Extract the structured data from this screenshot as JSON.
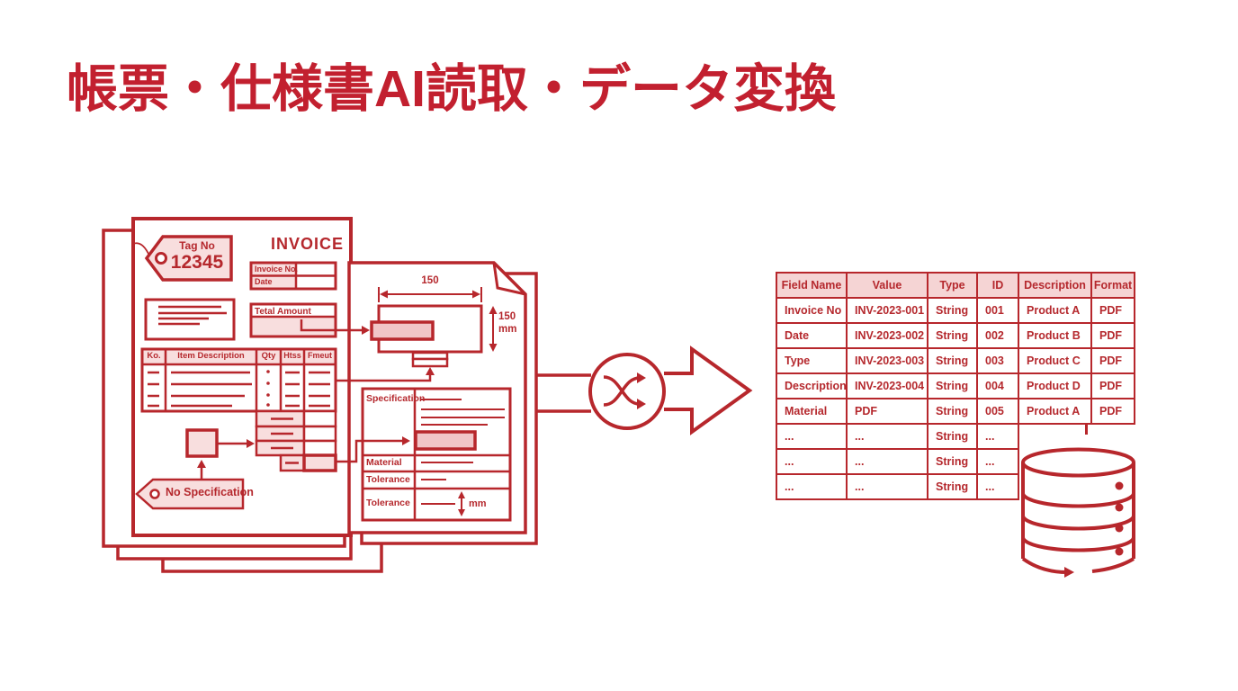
{
  "title": "帳票・仕様書AI読取・データ変換",
  "colors": {
    "accent": "#b5282d",
    "fill_light": "#f8dede",
    "fill_highlight": "#f1c5c7"
  },
  "invoice": {
    "tag_label": "Tag No",
    "tag_number": "12345",
    "doc_title": "INVOICE",
    "field_invoice_no": "Invoice No.",
    "field_date": "Date",
    "total_amount_label": "Tetal Amount",
    "item_table_headers": [
      "Ko.",
      "Item Description",
      "Qty",
      "Htss",
      "Fmeut"
    ],
    "no_specification_label": "No Specification"
  },
  "spec_sheet": {
    "dim_width": "150",
    "dim_height_value": "150",
    "dim_height_unit": "mm",
    "row_labels": [
      "Specification",
      "Material",
      "Tolerance",
      "Tolerance"
    ],
    "tolerance_unit": "mm"
  },
  "transform": {
    "icon": "shuffle"
  },
  "output_table": {
    "headers": [
      "Field Name",
      "Value",
      "Type",
      "ID",
      "Description",
      "Format"
    ],
    "rows": [
      [
        "Invoice No",
        "INV-2023-001",
        "String",
        "001",
        "Product A",
        "PDF"
      ],
      [
        "Date",
        "INV-2023-002",
        "String",
        "002",
        "Product B",
        "PDF"
      ],
      [
        "Type",
        "INV-2023-003",
        "String",
        "003",
        "Product C",
        "PDF"
      ],
      [
        "Description",
        "INV-2023-004",
        "String",
        "004",
        "Product D",
        "PDF"
      ],
      [
        "Material",
        "PDF",
        "String",
        "005",
        "Product A",
        "PDF"
      ]
    ],
    "partial_rows": [
      [
        "...",
        "...",
        "String",
        "..."
      ],
      [
        "...",
        "...",
        "String",
        "..."
      ],
      [
        "...",
        "...",
        "String",
        "..."
      ]
    ]
  },
  "icons": {
    "transform": "shuffle-icon",
    "flow": "arrow-right-icon",
    "storage": "database-icon"
  }
}
